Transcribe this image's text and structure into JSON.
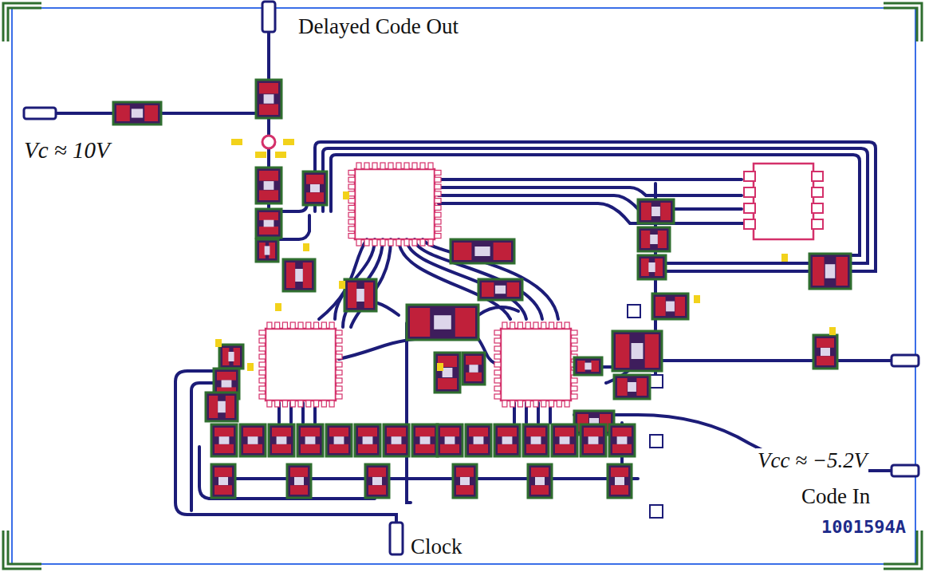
{
  "diagram": {
    "labels": [
      "Delayed Code Out",
      "Vc ≈ 10V",
      "Vcc ≈ −5.2V",
      "Code In",
      "1001594A",
      "Clock"
    ]
  }
}
